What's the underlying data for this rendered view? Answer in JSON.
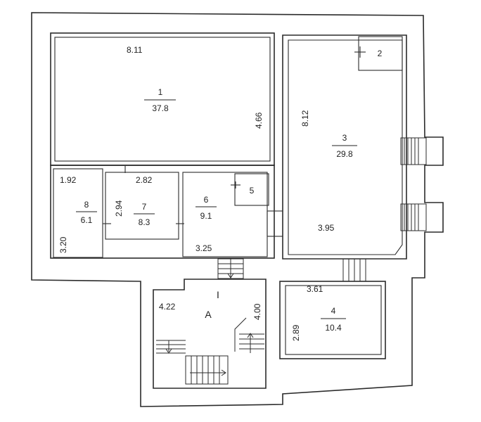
{
  "plan": {
    "rooms": [
      {
        "id": "room-1",
        "number": "1",
        "area": "37.8"
      },
      {
        "id": "room-2",
        "number": "2",
        "area": ""
      },
      {
        "id": "room-3",
        "number": "3",
        "area": "29.8"
      },
      {
        "id": "room-4",
        "number": "4",
        "area": "10.4"
      },
      {
        "id": "room-5",
        "number": "5",
        "area": ""
      },
      {
        "id": "room-6",
        "number": "6",
        "area": "9.1"
      },
      {
        "id": "room-7",
        "number": "7",
        "area": "8.3"
      },
      {
        "id": "room-8",
        "number": "8",
        "area": "6.1"
      }
    ],
    "dimensions": {
      "d1_top": "8.11",
      "d1_right": "4.66",
      "d3_left": "8.12",
      "d3_bottom": "3.95",
      "d8_top": "1.92",
      "d8_left": "3.20",
      "d7_top": "2.82",
      "d7_left": "2.94",
      "d6_bottom": "3.25",
      "d4_top": "3.61",
      "d4_left": "2.89",
      "dA_left": "4.22",
      "dA_right": "4.00"
    },
    "stair_block": {
      "letter": "A",
      "roman": "I"
    }
  }
}
